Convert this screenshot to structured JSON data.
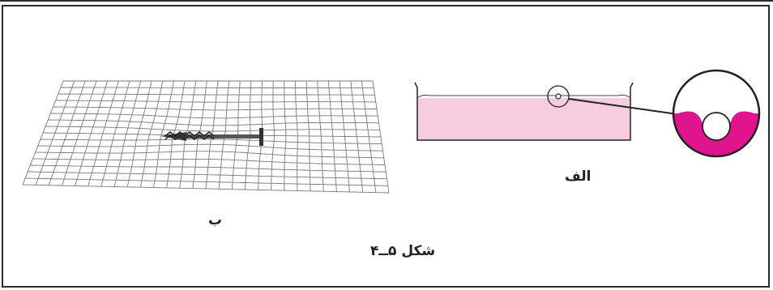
{
  "labels": {
    "panel_alef": "الف",
    "panel_be": "ب",
    "caption": "شکل ۵ــ۴"
  },
  "colors": {
    "liquid": "#f6cde0",
    "magnified_liquid": "#e0148c",
    "grid": "#7a7a7a",
    "nail": "#444444",
    "frame": "#2b2b2b"
  }
}
